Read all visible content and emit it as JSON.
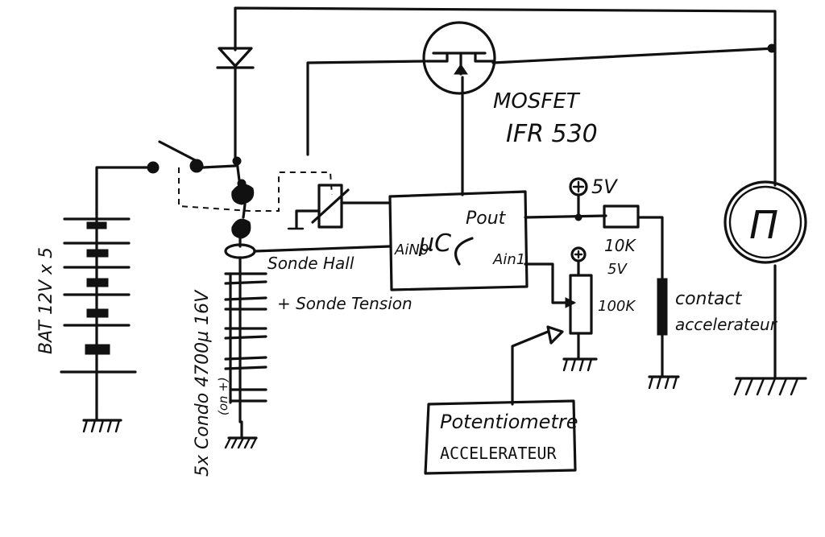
{
  "labels": {
    "mosfet_line1": "MOSFET",
    "mosfet_line2": "IFR 530",
    "supply_5v": "5V",
    "resistor_10k": "10K",
    "pot_supply": "5V",
    "pot_100k": "100K",
    "contact_line1": "contact",
    "contact_line2": "accelerateur",
    "uc_pout": "Pout",
    "uc_ain0": "AiN0",
    "uc_ain1": "Ain1",
    "uc_mu": "µC",
    "hall_sensor": "Sonde Hall",
    "voltage_sensor": "+ Sonde Tension",
    "battery_label": "BAT  12V x 5",
    "capacitor_label": "5x Condo 4700µ 16V",
    "capacitor_note": "(on +)",
    "pot_box_line1": "Potentiometre",
    "pot_box_line2": "ACCELERATEUR",
    "motor_symbol": "Π"
  }
}
